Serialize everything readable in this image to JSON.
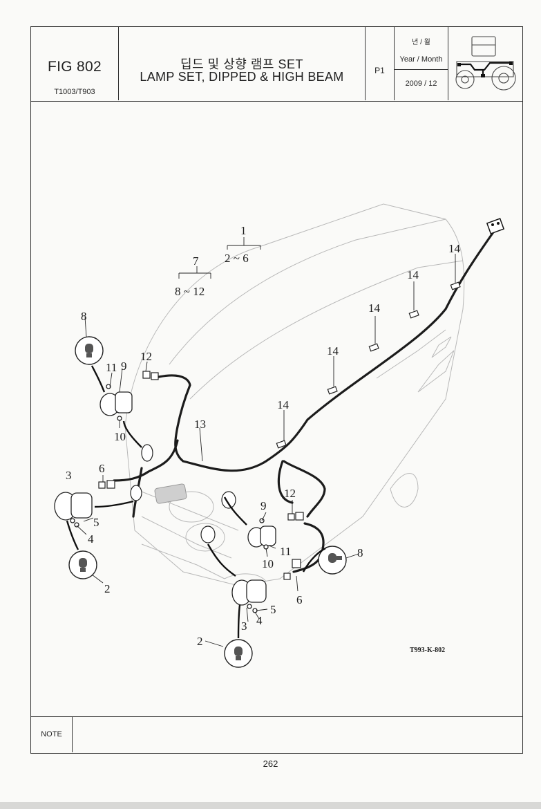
{
  "header": {
    "fig_no": "FIG 802",
    "model": "T1003/T903",
    "title_kr": "딥드 및 상향 램프 SET",
    "title_en": "LAMP SET, DIPPED & HIGH BEAM",
    "page": "P1",
    "date_label_kr": "년 / 월",
    "date_label_en": "Year / Month",
    "date_value": "2009 / 12"
  },
  "diagram": {
    "group1_ref": "1",
    "group1_range": "2 ~ 6",
    "group2_ref": "7",
    "group2_range": "8 ~ 12",
    "callouts": {
      "c8a": "8",
      "c11a": "11",
      "c9a": "9",
      "c12a": "12",
      "c10a": "10",
      "c13": "13",
      "c3a": "3",
      "c6a": "6",
      "c5a": "5",
      "c4a": "4",
      "c2a": "2",
      "c9b": "9",
      "c12b": "12",
      "c11b": "11",
      "c10b": "10",
      "c8b": "8",
      "c6b": "6",
      "c5b": "5",
      "c4b": "4",
      "c3b": "3",
      "c2b": "2",
      "c14a": "14",
      "c14b": "14",
      "c14c": "14",
      "c14d": "14",
      "c14e": "14"
    },
    "drawing_code": "T993-K-802"
  },
  "footer": {
    "note_label": "NOTE",
    "note_text": "",
    "page_number": "262"
  }
}
